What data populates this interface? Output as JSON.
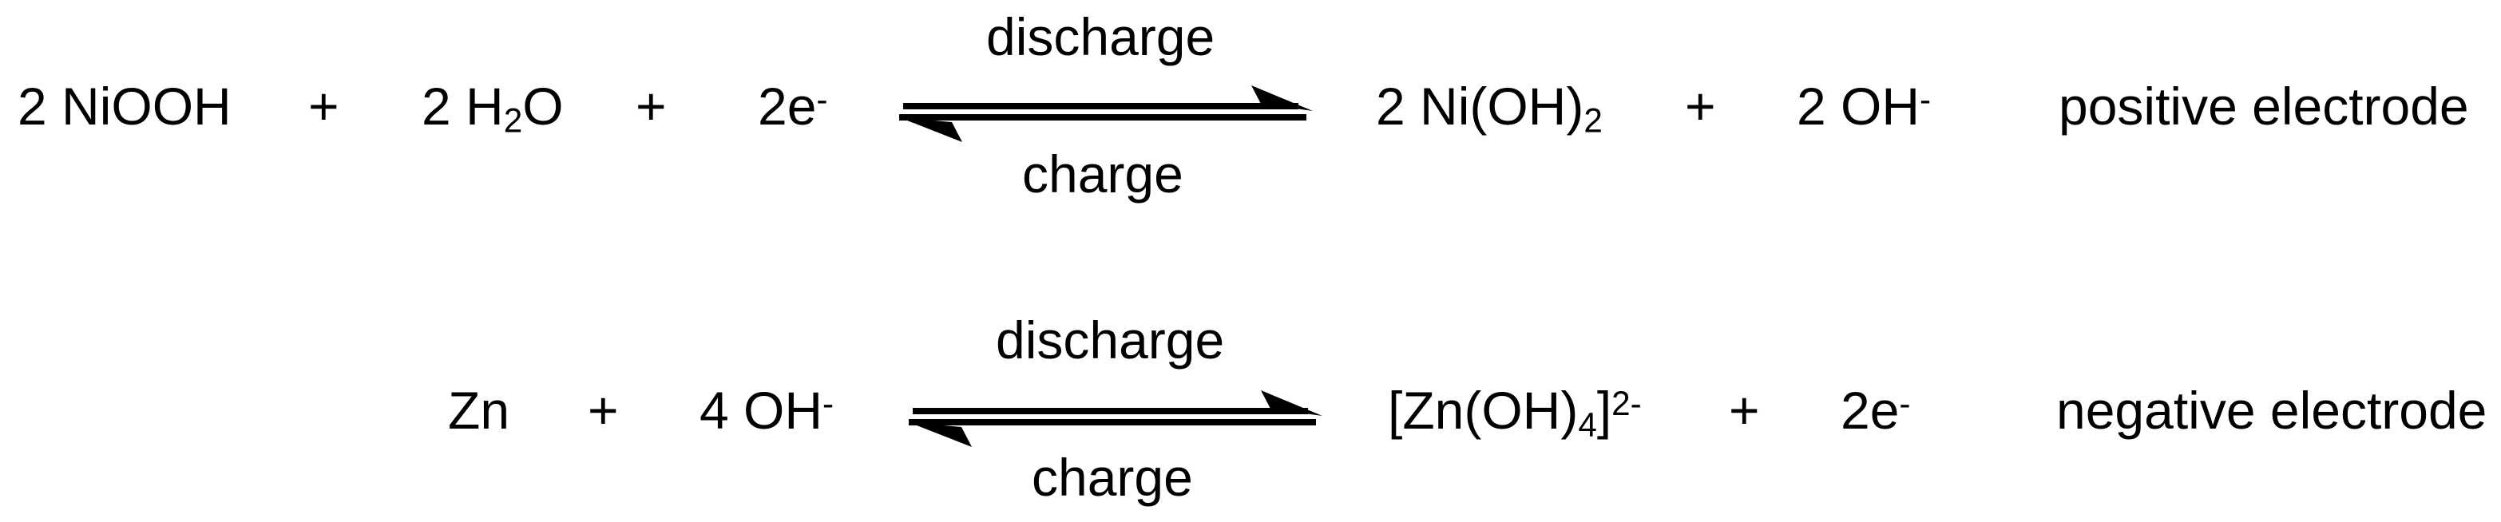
{
  "page": {
    "background": "#ffffff",
    "ink": "#000000",
    "description": "Two electrochemical half-reaction equations with reversible discharge/charge equilibrium arrows"
  },
  "reactions": [
    {
      "id": "positive",
      "electrode_label": "positive electrode",
      "forward_label": "discharge",
      "reverse_label": "charge",
      "plus": "+",
      "reactants": [
        {
          "name": "2 NiOOH",
          "tokens": [
            {
              "t": "2 NiOOH"
            }
          ]
        },
        {
          "name": "2 H2O",
          "tokens": [
            {
              "t": "2 H"
            },
            {
              "sub": "2"
            },
            {
              "t": "O"
            }
          ]
        },
        {
          "name": "2e-",
          "tokens": [
            {
              "t": "2e"
            },
            {
              "sup": "-"
            }
          ]
        }
      ],
      "products": [
        {
          "name": "2 Ni(OH)2",
          "tokens": [
            {
              "t": "2 Ni(OH)"
            },
            {
              "sub": "2"
            }
          ]
        },
        {
          "name": "2 OH-",
          "tokens": [
            {
              "t": "2 OH"
            },
            {
              "sup": "-"
            }
          ]
        }
      ]
    },
    {
      "id": "negative",
      "electrode_label": "negative electrode",
      "forward_label": "discharge",
      "reverse_label": "charge",
      "plus": "+",
      "reactants": [
        {
          "name": "Zn",
          "tokens": [
            {
              "t": "Zn"
            }
          ]
        },
        {
          "name": "4 OH-",
          "tokens": [
            {
              "t": "4 OH"
            },
            {
              "sup": "-"
            }
          ]
        }
      ],
      "products": [
        {
          "name": "[Zn(OH)4]2-",
          "tokens": [
            {
              "t": "[Zn(OH)"
            },
            {
              "sub": "4"
            },
            {
              "t": "]"
            },
            {
              "sup": "2-"
            }
          ]
        },
        {
          "name": "2e-",
          "tokens": [
            {
              "t": "2e"
            },
            {
              "sup": "-"
            }
          ]
        }
      ]
    }
  ]
}
